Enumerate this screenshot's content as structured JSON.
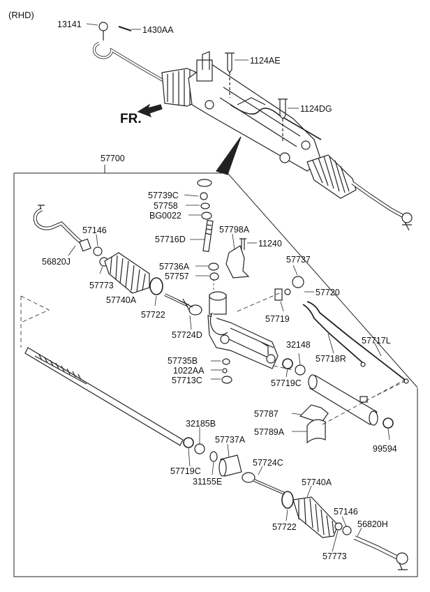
{
  "variant": "(RHD)",
  "fr_label": "FR.",
  "assembly_label": "57700",
  "parts": {
    "p13141": "13141",
    "p1430AA": "1430AA",
    "p1124AE": "1124AE",
    "p1124DG": "1124DG",
    "p57739C": "57739C",
    "p57758": "57758",
    "pBG0022": "BG0022",
    "p57716D": "57716D",
    "p57798A": "57798A",
    "p11240": "11240",
    "p57736A": "57736A",
    "p57757": "57757",
    "p57737_top": "57737",
    "p57720": "57720",
    "p57146_left": "57146",
    "p56820J": "56820J",
    "p57773_left": "57773",
    "p57740A_left": "57740A",
    "p57722_left": "57722",
    "p57724D": "57724D",
    "p57719": "57719",
    "p32148": "32148",
    "p57717L": "57717L",
    "p57718R": "57718R",
    "p57735B": "57735B",
    "p1022AA": "1022AA",
    "p57713C": "57713C",
    "p57719C_right": "57719C",
    "p57787": "57787",
    "p57789A": "57789A",
    "p99594": "99594",
    "p32185B": "32185B",
    "p57737A": "57737A",
    "p57719C_left": "57719C",
    "p31155E": "31155E",
    "p57724C": "57724C",
    "p57740A_right": "57740A",
    "p57146_right": "57146",
    "p56820H": "56820H",
    "p57722_right": "57722",
    "p57773_right": "57773"
  },
  "colors": {
    "line": "#222222",
    "fill": "#ffffff",
    "shade": "#cfcfcf"
  }
}
